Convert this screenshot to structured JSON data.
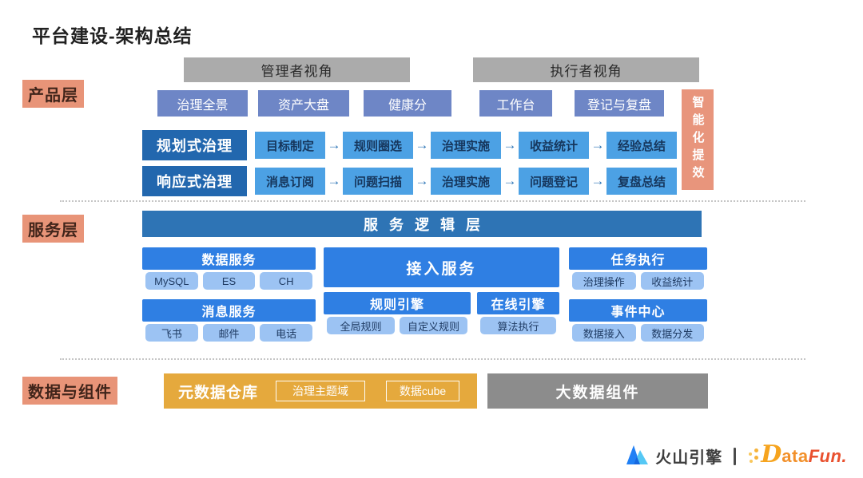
{
  "title": "平台建设-架构总结",
  "palette": {
    "label_highlight": "#E89478",
    "perspective_gray": "#ABABAB",
    "app_button_blue": "#6E86C6",
    "dark_blue": "#2267AE",
    "flow_step_blue": "#4CA1E4",
    "service_blue": "#2F7FE3",
    "chip_light_blue": "#9CC3F3",
    "logic_bar_blue": "#2E74B5",
    "side_box_salmon": "#E8957C",
    "gold": "#E5A93D",
    "gray_box": "#8C8C8C"
  },
  "icons": {
    "arrow_right": "→"
  },
  "product_layer": {
    "label": "产品层",
    "perspectives": [
      {
        "label": "管理者视角"
      },
      {
        "label": "执行者视角"
      }
    ],
    "apps": [
      "治理全景",
      "资产大盘",
      "健康分",
      "工作台",
      "登记与复盘"
    ],
    "flows": [
      {
        "name": "规划式治理",
        "steps": [
          "目标制定",
          "规则圈选",
          "治理实施",
          "收益统计",
          "经验总结"
        ]
      },
      {
        "name": "响应式治理",
        "steps": [
          "消息订阅",
          "问题扫描",
          "治理实施",
          "问题登记",
          "复盘总结"
        ]
      }
    ],
    "side_box": "智能化提效"
  },
  "service_layer": {
    "label": "服务层",
    "logic_bar": "服务逻辑层",
    "groups": {
      "data_service": {
        "title": "数据服务",
        "chips": [
          "MySQL",
          "ES",
          "CH"
        ]
      },
      "message_service": {
        "title": "消息服务",
        "chips": [
          "飞书",
          "邮件",
          "电话"
        ]
      },
      "access_service": {
        "title": "接入服务"
      },
      "rule_engine": {
        "title": "规则引擎",
        "chips": [
          "全局规则",
          "自定义规则"
        ]
      },
      "online_engine": {
        "title": "在线引擎",
        "chips": [
          "算法执行"
        ]
      },
      "task_execution": {
        "title": "任务执行",
        "chips": [
          "治理操作",
          "收益统计"
        ]
      },
      "event_center": {
        "title": "事件中心",
        "chips": [
          "数据接入",
          "数据分发"
        ]
      }
    }
  },
  "data_layer": {
    "label": "数据与组件",
    "metadata_warehouse": {
      "title": "元数据仓库",
      "chips": [
        "治理主题域",
        "数据cube"
      ]
    },
    "bigdata_components": "大数据组件"
  },
  "footer": {
    "volcano": "火山引擎",
    "datafun": {
      "d": "D",
      "ata": "ata",
      "fun": "Fun."
    }
  }
}
